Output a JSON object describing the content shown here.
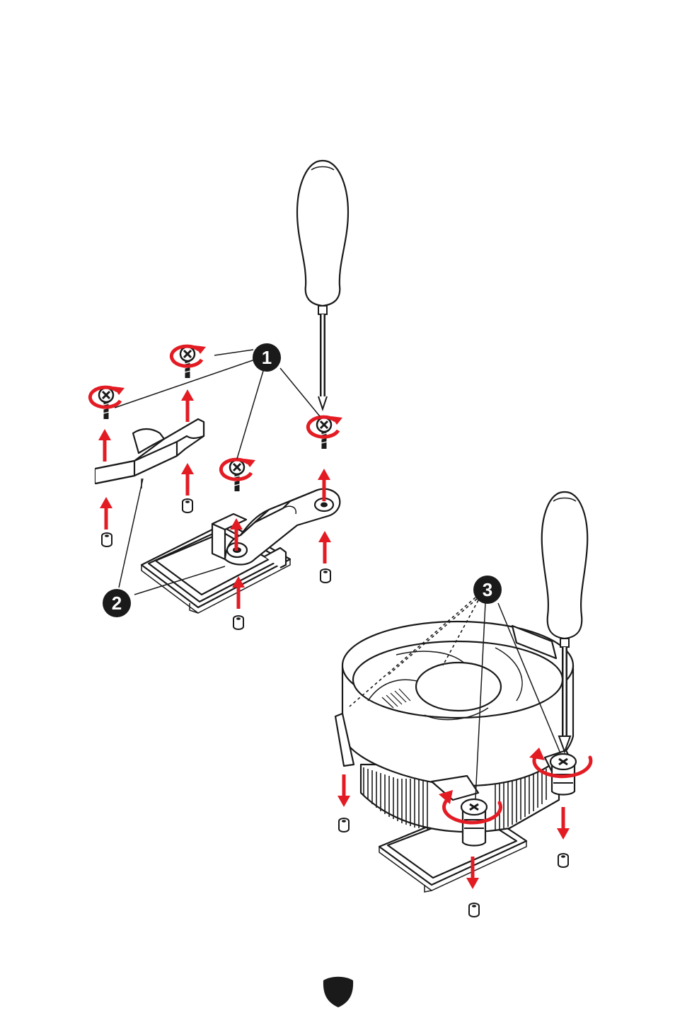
{
  "colors": {
    "accent": "#e31b23",
    "ink": "#1a1a1a",
    "background": "#ffffff"
  },
  "callouts": [
    {
      "label": "1"
    },
    {
      "label": "2"
    },
    {
      "label": "3"
    }
  ],
  "icons": [
    "screwdriver-icon",
    "screw-icon",
    "rotate-arrow-icon",
    "lift-arrow-icon",
    "standoff-icon",
    "shield-logo-icon"
  ]
}
